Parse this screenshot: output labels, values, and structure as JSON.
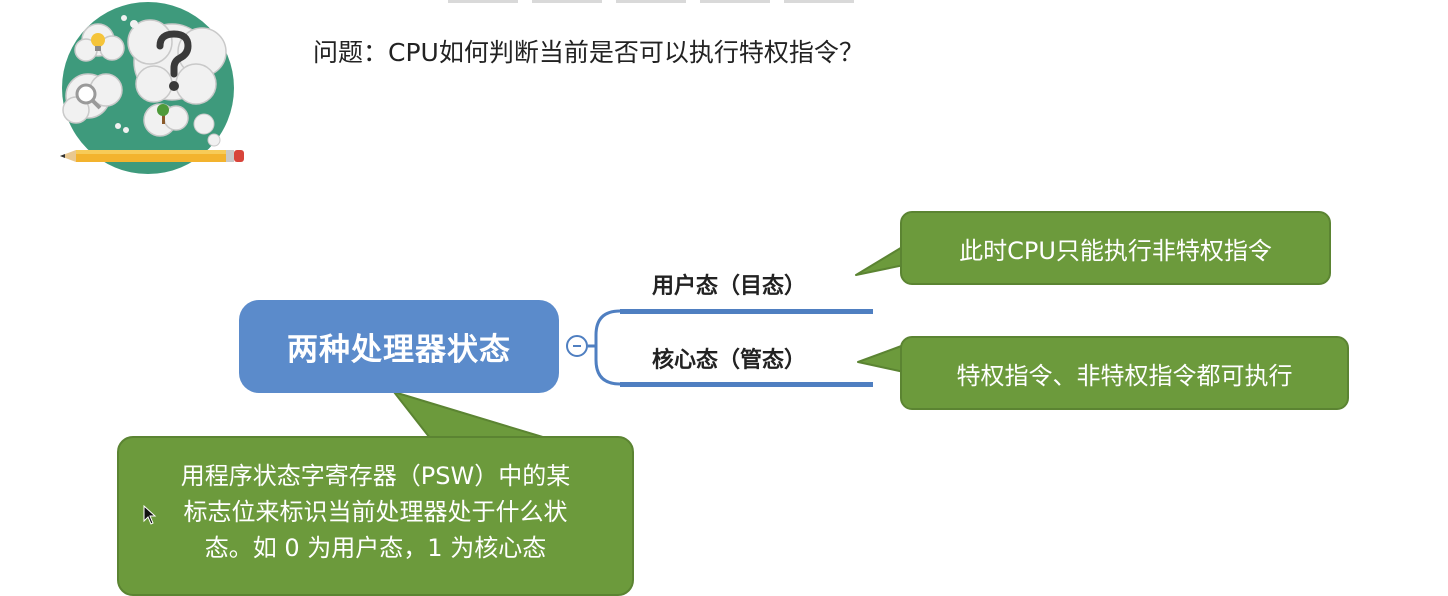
{
  "question": "问题：CPU如何判断当前是否可以执行特权指令？",
  "central_node": "两种处理器状态",
  "branches": [
    {
      "label": "用户态（目态）",
      "callout": "此时CPU只能执行非特权指令"
    },
    {
      "label": "核心态（管态）",
      "callout": "特权指令、非特权指令都可执行"
    }
  ],
  "note": {
    "line1": "用程序状态字寄存器（PSW）中的某",
    "line2": "标志位来标识当前处理器处于什么状",
    "line3": "态。如 0 为用户态，1 为核心态"
  },
  "colors": {
    "node_blue": "#5b8bcb",
    "line_blue": "#4f7fc1",
    "callout_green": "#6c9a3c",
    "icon_teal": "#3e9a7c"
  },
  "icons": [
    "thinking-bubbles-icon",
    "question-mark-icon",
    "lightbulb-icon",
    "magnifier-icon",
    "pencil-icon",
    "collapse-icon",
    "mouse-cursor-icon"
  ]
}
